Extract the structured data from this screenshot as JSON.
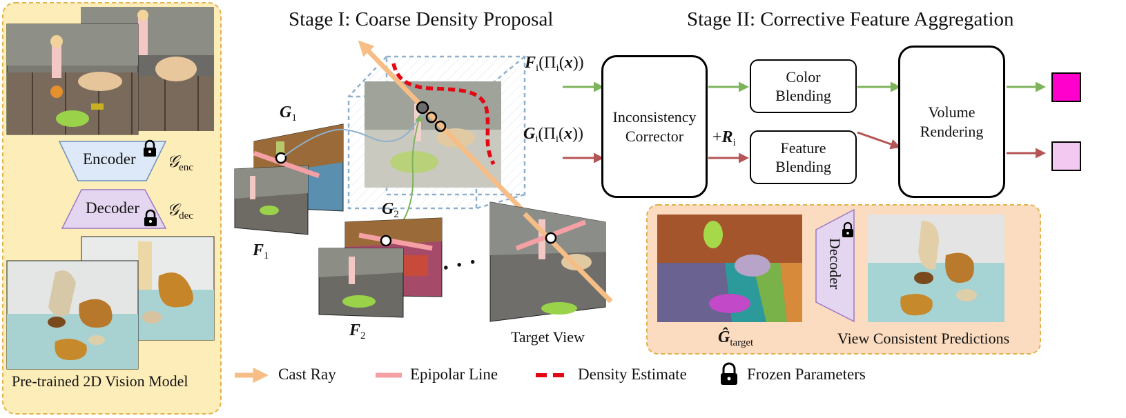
{
  "stage1": {
    "title": "Stage I: Coarse Density Proposal"
  },
  "stage2": {
    "title": "Stage II: Corrective Feature Aggregation"
  },
  "left_panel": {
    "encoder_label": "Encoder",
    "decoder_label": "Decoder",
    "enc_symbol": "𝒢",
    "enc_sub": "enc",
    "dec_symbol": "𝒢",
    "dec_sub": "dec",
    "caption": "Pre-trained 2D Vision Model"
  },
  "views": {
    "g1": {
      "symbol": "G",
      "sub": "1"
    },
    "f1": {
      "symbol": "F",
      "sub": "1"
    },
    "g2": {
      "symbol": "G",
      "sub": "2"
    },
    "f2": {
      "symbol": "F",
      "sub": "2"
    },
    "ellipsis": "· · ·",
    "target_caption": "Target View"
  },
  "stage2_inputs": {
    "f_input": "F",
    "f_input_rest": "(Π",
    "g_input": "G",
    "x_var": "x",
    "i_sub": "i",
    "close": "))",
    "residual_plus": "+",
    "residual": "R"
  },
  "boxes": {
    "inconsistency": [
      "Inconsistency",
      "Corrector"
    ],
    "color": [
      "Color",
      "Blending"
    ],
    "feature": [
      "Feature",
      "Blending"
    ],
    "volume": [
      "Volume",
      "Rendering"
    ]
  },
  "outputs": {
    "color_swatch": "#ff00cc",
    "feature_swatch": "#f4c9f1"
  },
  "bottom_panel": {
    "decoder_label": "Decoder",
    "g_target_symbol": "Ĝ",
    "g_target_sub": "target",
    "caption": "View Consistent Predictions"
  },
  "legend": [
    {
      "label": "Cast Ray",
      "icon": "orange-arrow-icon"
    },
    {
      "label": "Epipolar Line",
      "icon": "pink-line-icon"
    },
    {
      "label": "Density Estimate",
      "icon": "red-dashed-line-icon"
    },
    {
      "label": "Frozen Parameters",
      "icon": "lock-icon"
    }
  ],
  "colors": {
    "panel_fill": "#fdeeb9",
    "panel_border": "#e3b24a",
    "bottom_fill": "#fbdcc0",
    "encoder": "#dde8f8",
    "decoder": "#e4d5f0",
    "green_arrow": "#7db35a",
    "red_arrow": "#b55454",
    "cast_ray": "#f6be86",
    "epipolar": "#f4a0a4",
    "density": "#e30613"
  }
}
